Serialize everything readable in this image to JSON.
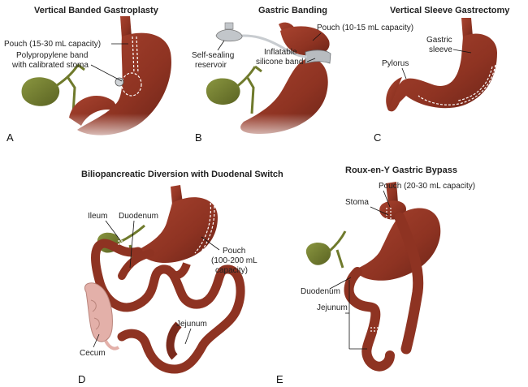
{
  "colors": {
    "stomach": "#8e3322",
    "stomach_shade": "#6b2418",
    "gallbladder": "#6f7a2c",
    "cecum": "#e3b0a9",
    "band": "#b8bcc0",
    "staple": "#ffffff",
    "leader": "#111111"
  },
  "panels": {
    "a": {
      "letter": "A",
      "title": "Vertical Banded Gastroplasty",
      "labels": {
        "pouch": "Pouch (15-30 mL capacity)",
        "band_line1": "Polypropylene band",
        "band_line2": "with calibrated stoma"
      }
    },
    "b": {
      "letter": "B",
      "title": "Gastric Banding",
      "labels": {
        "pouch": "Pouch (10-15 mL capacity)",
        "reservoir_line1": "Self-sealing",
        "reservoir_line2": "reservoir",
        "band_line1": "Inflatable",
        "band_line2": "silicone band"
      }
    },
    "c": {
      "letter": "C",
      "title": "Vertical Sleeve Gastrectomy",
      "labels": {
        "sleeve_line1": "Gastric",
        "sleeve_line2": "sleeve",
        "pylorus": "Pylorus"
      }
    },
    "d": {
      "letter": "D",
      "title": "Biliopancreatic Diversion with Duodenal Switch",
      "labels": {
        "ileum": "Ileum",
        "duodenum": "Duodenum",
        "pouch_line1": "Pouch",
        "pouch_line2": "(100-200 mL",
        "pouch_line3": "capacity)",
        "jejunum": "Jejunum",
        "cecum": "Cecum"
      }
    },
    "e": {
      "letter": "E",
      "title": "Roux-en-Y Gastric Bypass",
      "labels": {
        "pouch": "Pouch (20-30 mL capacity)",
        "stoma": "Stoma",
        "duodenum": "Duodenum",
        "jejunum": "Jejunum"
      }
    }
  }
}
